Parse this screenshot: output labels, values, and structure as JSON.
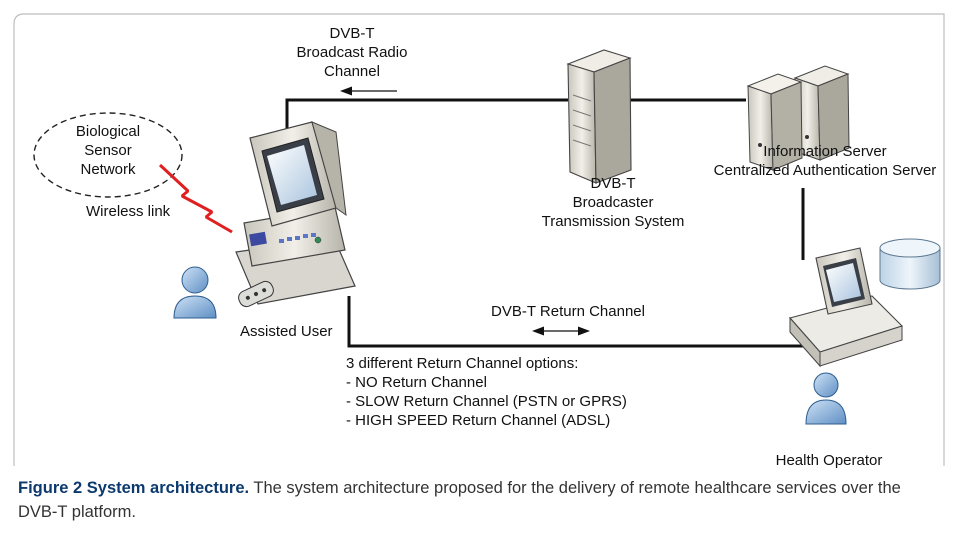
{
  "diagram": {
    "broadcast_channel": [
      "DVB-T",
      "Broadcast Radio",
      "Channel"
    ],
    "sensor_network": [
      "Biological",
      "Sensor",
      "Network"
    ],
    "wireless_link": "Wireless link",
    "broadcaster": [
      "DVB-T",
      "Broadcaster",
      "Transmission System"
    ],
    "servers": [
      "Information Server",
      "Centralized Authentication Server"
    ],
    "assisted_user": "Assisted User",
    "return_channel": "DVB-T Return Channel",
    "options": [
      "3 different Return Channel options:",
      "- NO Return Channel",
      "- SLOW Return Channel (PSTN or GPRS)",
      "- HIGH SPEED Return Channel (ADSL)"
    ],
    "health_operator": "Health Operator"
  },
  "caption": {
    "label": "Figure 2 System architecture.",
    "text": " The system architecture proposed for the delivery of remote healthcare services over the DVB-T platform."
  },
  "colors": {
    "frame": "#bdbdbd",
    "line": "#111111",
    "lightning": "#e02020",
    "person": "#7fa8d6",
    "device": "#e6e6e2",
    "caption_label": "#0d3a6e"
  }
}
